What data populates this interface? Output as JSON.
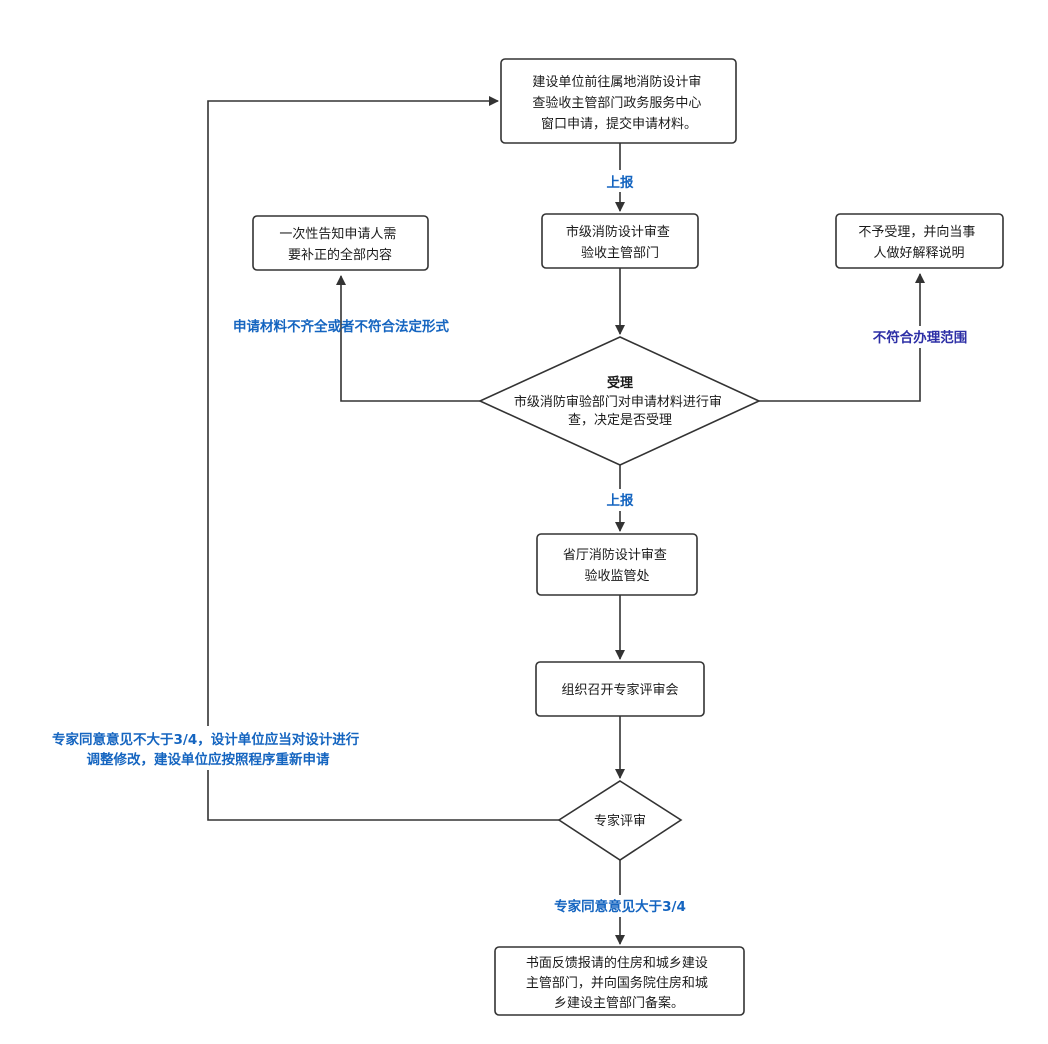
{
  "colors": {
    "label_blue": "#1565c0",
    "label_indigo": "#2d2fa6",
    "stroke": "#333333"
  },
  "nodes": {
    "apply": {
      "lines": [
        "建设单位前往属地消防设计审",
        "查验收主管部门政务服务中心",
        "窗口申请，提交申请材料。"
      ]
    },
    "city_dept": {
      "lines": [
        "市级消防设计审查",
        "验收主管部门"
      ]
    },
    "notify": {
      "lines": [
        "一次性告知申请人需",
        "要补正的全部内容"
      ]
    },
    "reject": {
      "lines": [
        "不予受理，并向当事",
        "人做好解释说明"
      ]
    },
    "accept": {
      "title": "受理",
      "lines": [
        "市级消防审验部门对申请材料进行审",
        "查，决定是否受理"
      ]
    },
    "province": {
      "lines": [
        "省厅消防设计审查",
        "验收监管处"
      ]
    },
    "meeting": {
      "lines": [
        "组织召开专家评审会"
      ]
    },
    "review": {
      "lines": [
        "专家评审"
      ]
    },
    "report_back": {
      "lines": [
        "书面反馈报请的住房和城乡建设",
        "主管部门，并向国务院住房和城",
        "乡建设主管部门备案。"
      ]
    }
  },
  "edge_labels": {
    "report_up_1": "上报",
    "incomplete": "申请材料不齐全或者不符合法定形式",
    "out_of_scope": "不符合办理范围",
    "report_up_2": "上报",
    "reapply": [
      "专家同意意见不大于3/4，设计单位应当对设计进行",
      "调整修改，建设单位应按照程序重新申请"
    ],
    "approved": "专家同意意见大于3/4"
  }
}
